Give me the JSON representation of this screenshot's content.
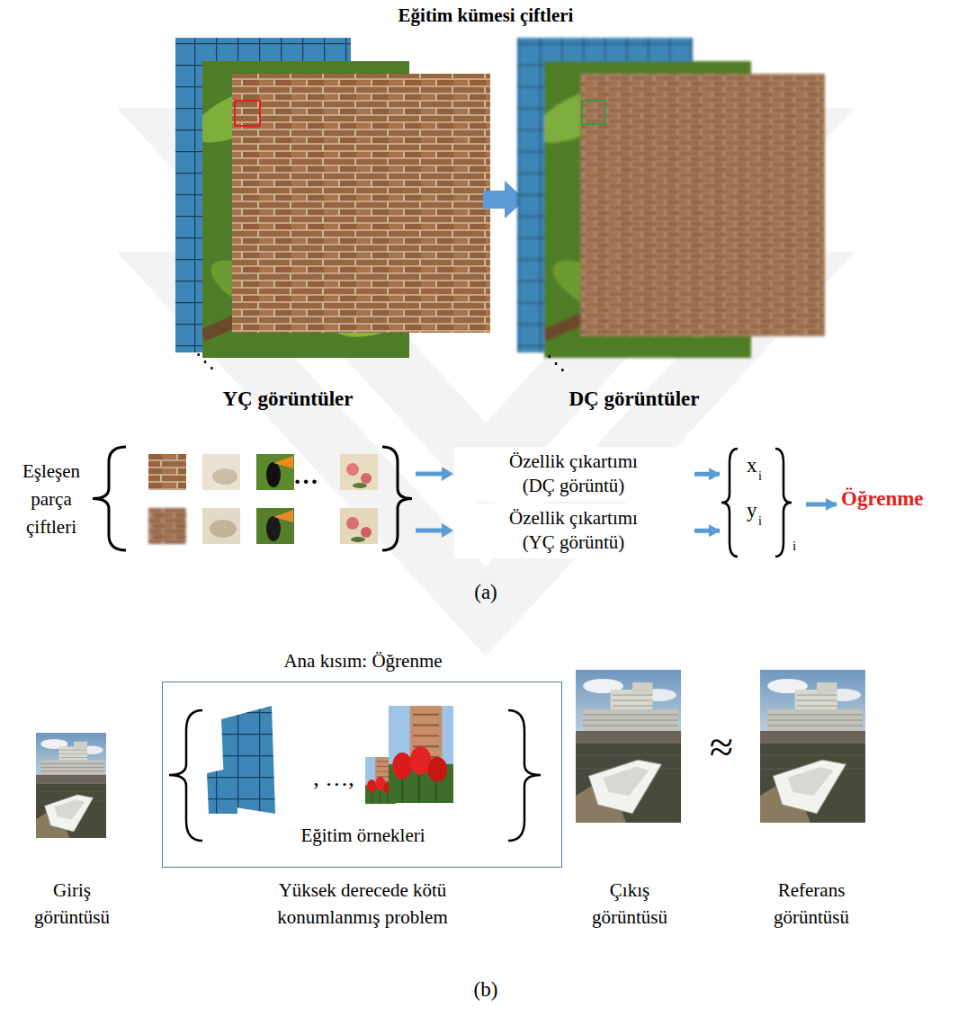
{
  "diagram": {
    "nodes": [
      {
        "text": [
          "Özellik çıkartımı (DÇ görüntü)"
        ]
      },
      {
        "text": [
          "Özellik çıkartımı (YÇ görüntü)"
        ]
      },
      {
        "text": [
          "x",
          "i",
          "y",
          "i",
          "i"
        ]
      },
      {
        "text": [
          "Öğrenme"
        ]
      },
      {
        "text": [
          "Ana kısım: Öğrenme",
          ", …,",
          "Eğitim örnekleri",
          "Yüksek derecede kötü konumlanmış problem"
        ]
      }
    ],
    "edges": [
      {
        "from": 0,
        "to": 2,
        "arrow": "to"
      },
      {
        "from": 1,
        "to": 2,
        "arrow": "to"
      },
      {
        "from": 2,
        "to": 3,
        "arrow": "to"
      }
    ],
    "labels": [
      "Eğitim kümesi çiftleri",
      "⋱",
      "YÇ görüntüler",
      "⋱",
      "DÇ görüntüler",
      "Eşleşen parça çiftleri",
      "…",
      "(a)",
      "Giriş görüntüsü",
      "Çıkış görüntüsü",
      "≈",
      "Referans görüntüsü",
      "(b)"
    ]
  }
}
